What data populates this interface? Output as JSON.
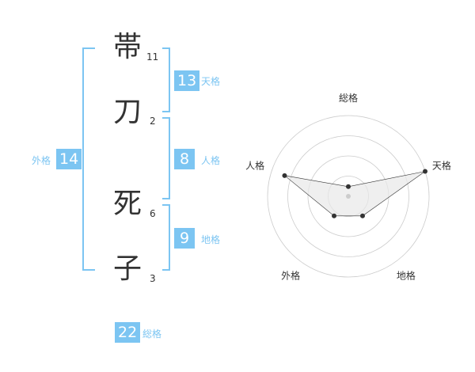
{
  "name": {
    "chars": [
      {
        "char": "帯",
        "strokes": "11"
      },
      {
        "char": "刀",
        "strokes": "2"
      },
      {
        "char": "死",
        "strokes": "6"
      },
      {
        "char": "子",
        "strokes": "3"
      }
    ]
  },
  "kaku": {
    "tenkaku": {
      "label": "天格",
      "value": "13"
    },
    "jinkaku": {
      "label": "人格",
      "value": "8"
    },
    "chikaku": {
      "label": "地格",
      "value": "9"
    },
    "gaikaku": {
      "label": "外格",
      "value": "14"
    },
    "soukaku": {
      "label": "総格",
      "value": "22"
    }
  },
  "chart_data": {
    "type": "radar",
    "axes": [
      "総格",
      "天格",
      "地格",
      "外格",
      "人格"
    ],
    "levels": 4,
    "values": [
      0.12,
      1.0,
      0.3,
      0.3,
      0.83
    ],
    "colors": {
      "fill": "#e8e8e8",
      "line": "#333333",
      "grid": "#cccccc",
      "accent": "#7cc5f2"
    }
  }
}
